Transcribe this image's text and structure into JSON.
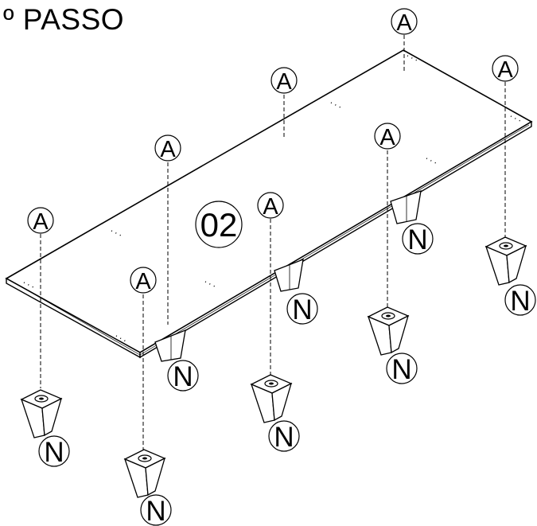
{
  "title": "º PASSO",
  "step_number": "02",
  "screw_label": "A",
  "foot_label": "N",
  "colors": {
    "line": "#000000",
    "background": "#ffffff"
  }
}
